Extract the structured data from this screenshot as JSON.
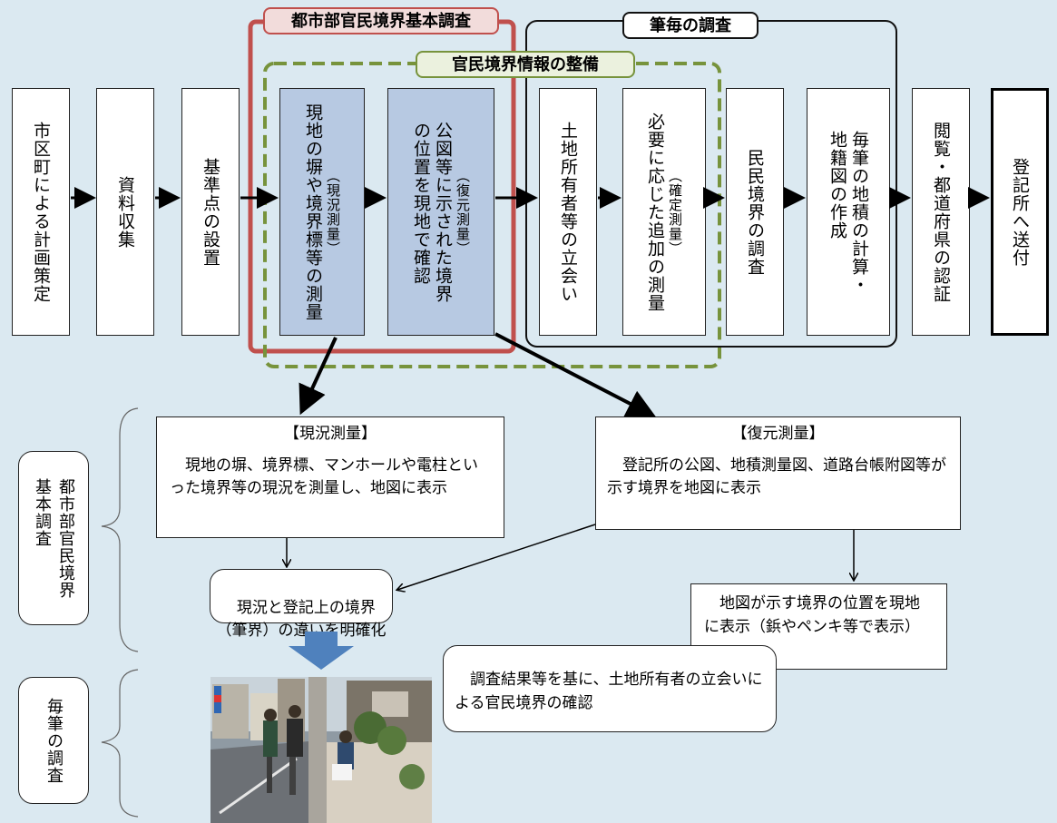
{
  "headers": {
    "toshibu_chosa": "都市部官民境界基本調査",
    "kanmin_seibi": "官民境界情報の整備",
    "hitsu_chosa": "筆毎の調査"
  },
  "steps": [
    {
      "text": "市区町による計画策定"
    },
    {
      "text": "資料収集"
    },
    {
      "text": "基準点の設置"
    },
    {
      "text": "現地の塀や境界標等の測量",
      "sub": "（現況測量）"
    },
    {
      "text": "公図等に示された境界\nの位置を現地で確認",
      "sub": "（復元測量）"
    },
    {
      "text": "土地所有者等の立会い"
    },
    {
      "text": "必要に応じた追加の測量",
      "sub": "（確定測量）"
    },
    {
      "text": "民民境界の調査"
    },
    {
      "text": "毎筆の地積の計算・\n地籍図の作成"
    },
    {
      "text": "閲覧・都道府県の認証"
    },
    {
      "text": "登記所へ送付"
    }
  ],
  "side_labels": {
    "top": "都市部官民境界\n基本調査",
    "bottom": "毎筆の調査"
  },
  "genkyo": {
    "title": "【現況測量】",
    "body": "　現地の塀、境界標、マンホールや電柱といった境界等の現況を測量し、地図に表示"
  },
  "fukugen": {
    "title": "【復元測量】",
    "body": "　登記所の公図、地積測量図、道路台帳附図等が示す境界を地図に表示"
  },
  "difference": "現況と登記上の境界\n（筆界）の違いを明確化",
  "display_onsite": "　地図が示す境界の位置を現地に表示（鋲やペンキ等で表示）",
  "witness": "　調査結果等を基に、土地所有者の立会いによる官民境界の確認",
  "colors": {
    "background": "#dbe9f1",
    "red_frame": "#c0504d",
    "red_fill": "#f2dcdb",
    "green_frame": "#77933c",
    "green_fill": "#ebf1de",
    "blue_step": "#b7c9e2",
    "down_arrow": "#4f81bd"
  }
}
